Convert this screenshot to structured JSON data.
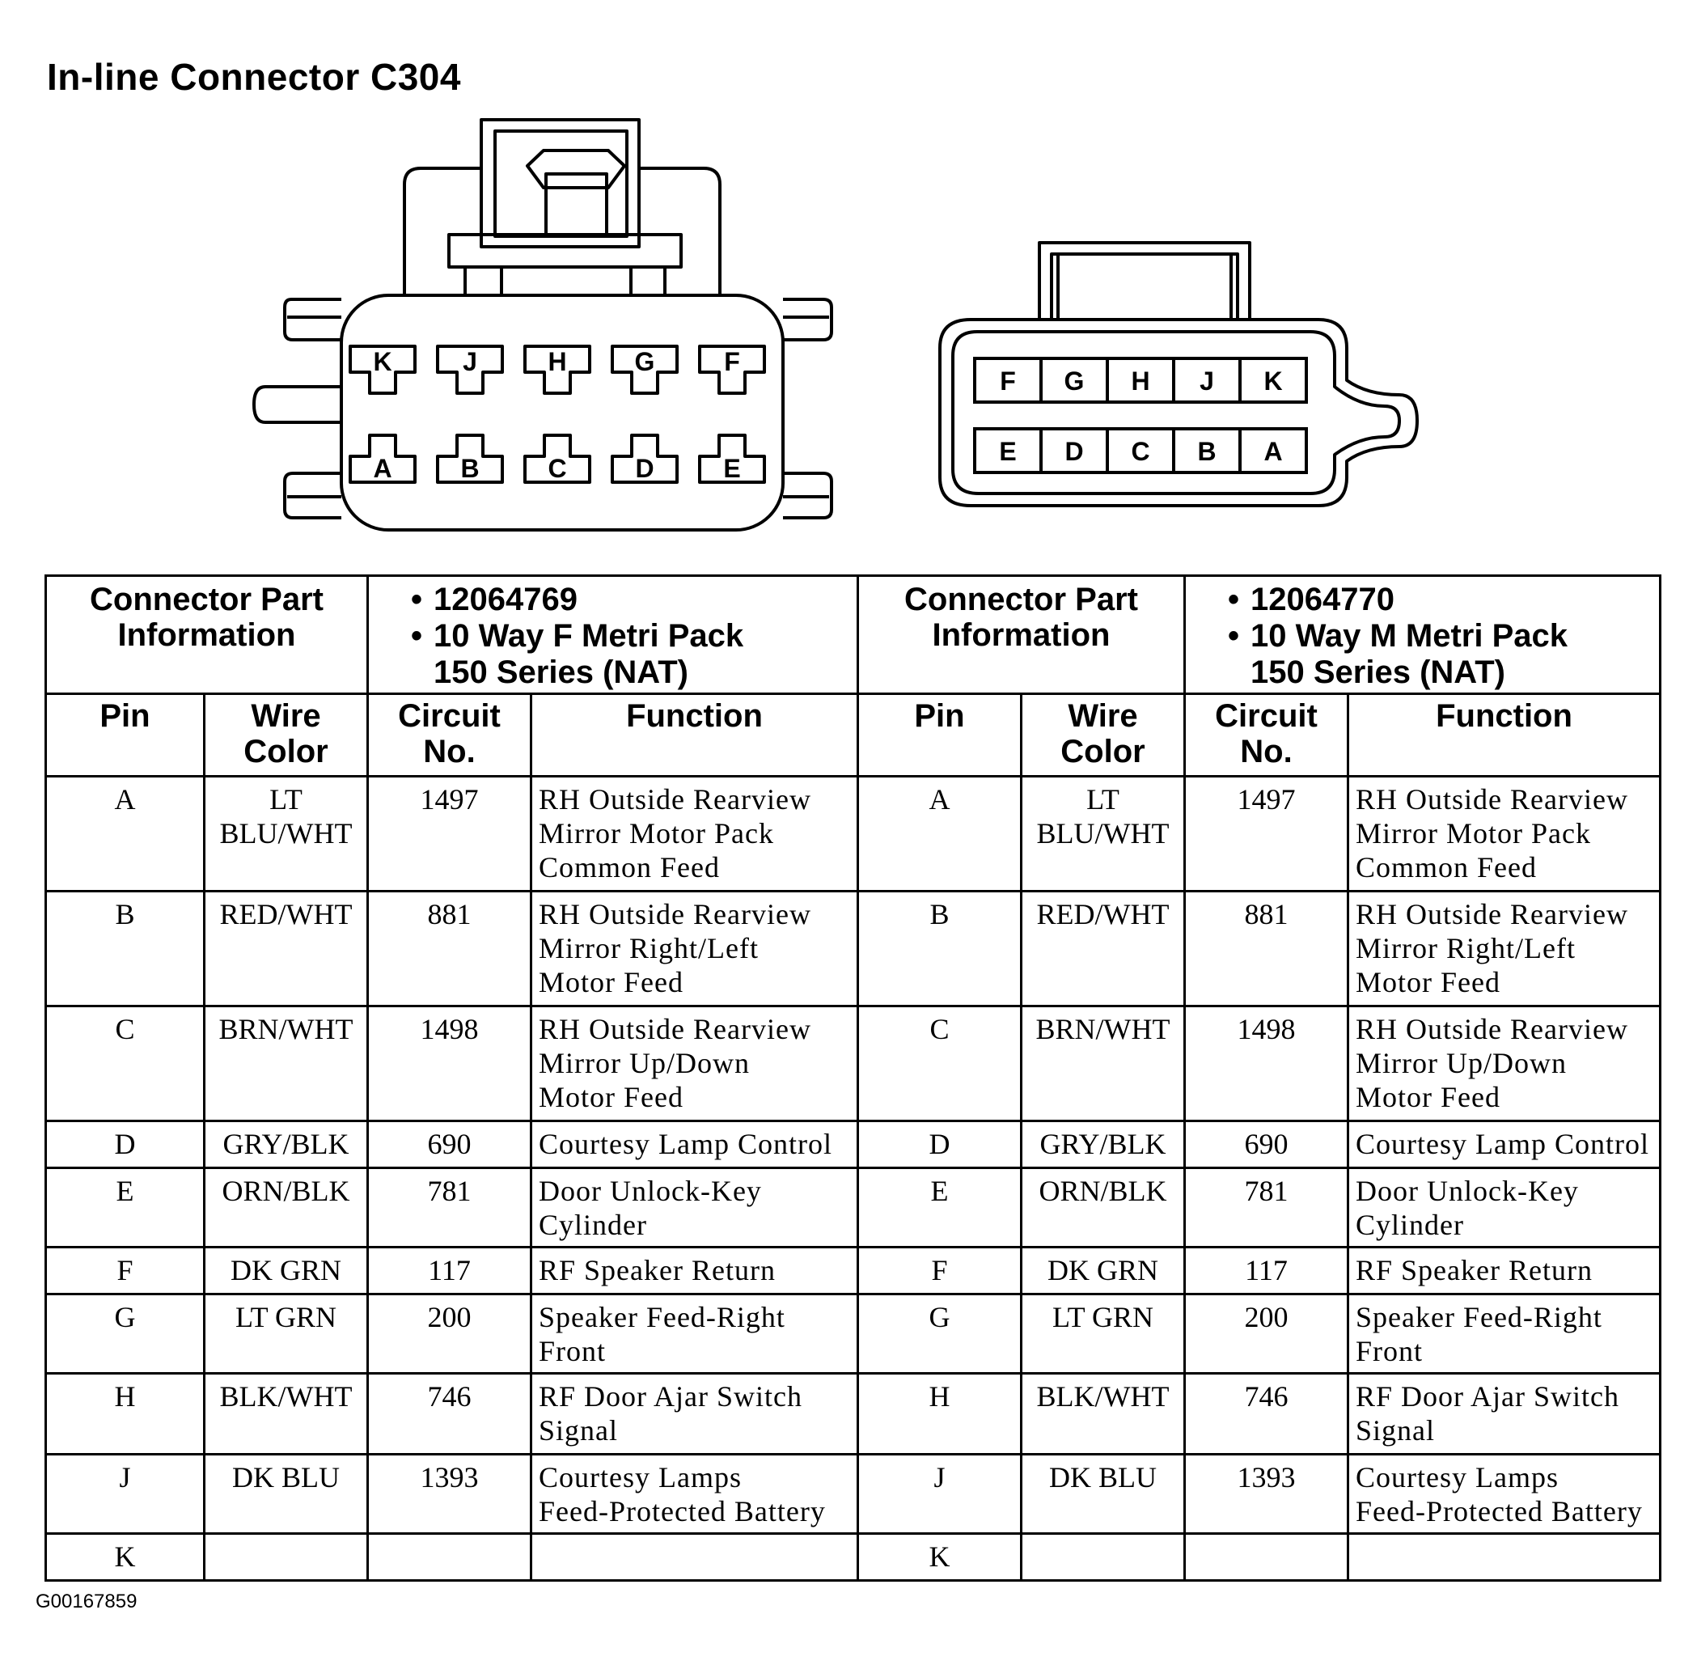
{
  "title": "In-line Connector C304",
  "female_connector": {
    "top_row": [
      "K",
      "J",
      "H",
      "G",
      "F"
    ],
    "bottom_row": [
      "A",
      "B",
      "C",
      "D",
      "E"
    ]
  },
  "male_connector": {
    "top_row": [
      "F",
      "G",
      "H",
      "J",
      "K"
    ],
    "bottom_row": [
      "E",
      "D",
      "C",
      "B",
      "A"
    ]
  },
  "connector_info": {
    "label_line1": "Connector Part",
    "label_line2": "Information",
    "female_part": {
      "part_number": "12064769",
      "desc_line1": "10 Way F Metri Pack",
      "desc_line2": "150 Series (NAT)"
    },
    "male_part": {
      "part_number": "12064770",
      "desc_line1": "10 Way M Metri Pack",
      "desc_line2": "150 Series (NAT)"
    }
  },
  "columns": {
    "pin": "Pin",
    "wire_line1": "Wire",
    "wire_line2": "Color",
    "circuit_line1": "Circuit",
    "circuit_line2": "No.",
    "function": "Function"
  },
  "rows": [
    {
      "pin": "A",
      "wire": [
        "LT",
        "BLU/WHT"
      ],
      "circuit": "1497",
      "function": [
        "RH Outside Rearview",
        "Mirror Motor Pack",
        "Common Feed"
      ]
    },
    {
      "pin": "B",
      "wire": [
        "RED/WHT"
      ],
      "circuit": "881",
      "function": [
        "RH Outside Rearview",
        "Mirror Right/Left",
        "Motor Feed"
      ]
    },
    {
      "pin": "C",
      "wire": [
        "BRN/WHT"
      ],
      "circuit": "1498",
      "function": [
        "RH Outside Rearview",
        "Mirror Up/Down",
        "Motor Feed"
      ]
    },
    {
      "pin": "D",
      "wire": [
        "GRY/BLK"
      ],
      "circuit": "690",
      "function": [
        "Courtesy Lamp Control"
      ]
    },
    {
      "pin": "E",
      "wire": [
        "ORN/BLK"
      ],
      "circuit": "781",
      "function": [
        "Door Unlock-Key",
        "Cylinder"
      ]
    },
    {
      "pin": "F",
      "wire": [
        "DK GRN"
      ],
      "circuit": "117",
      "function": [
        "RF Speaker Return"
      ]
    },
    {
      "pin": "G",
      "wire": [
        "LT GRN"
      ],
      "circuit": "200",
      "function": [
        "Speaker Feed-Right",
        "Front"
      ]
    },
    {
      "pin": "H",
      "wire": [
        "BLK/WHT"
      ],
      "circuit": "746",
      "function": [
        "RF Door Ajar Switch",
        "Signal"
      ]
    },
    {
      "pin": "J",
      "wire": [
        "DK BLU"
      ],
      "circuit": "1393",
      "function": [
        "Courtesy Lamps",
        "Feed-Protected Battery"
      ]
    },
    {
      "pin": "K",
      "wire": [],
      "circuit": "",
      "function": []
    }
  ],
  "figure_code": "G00167859"
}
